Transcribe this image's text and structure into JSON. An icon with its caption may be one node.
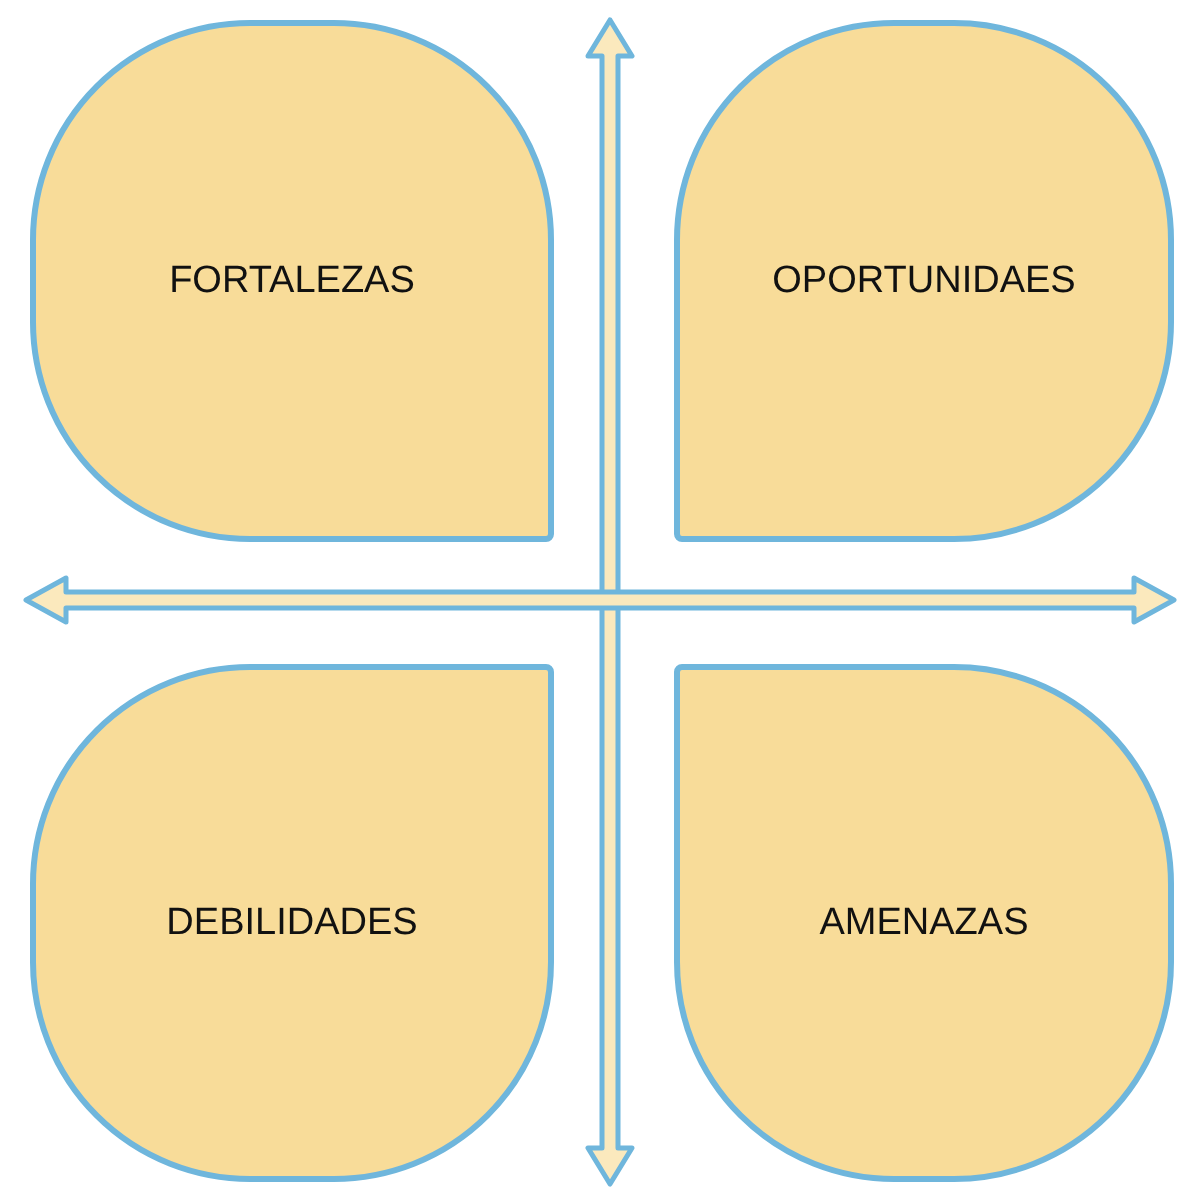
{
  "diagram": {
    "nodes": [
      {
        "text": [
          "FORTALEZAS"
        ]
      },
      {
        "text": [
          "OPORTUNIDAES"
        ]
      },
      {
        "text": [
          "DEBILIDADES"
        ]
      },
      {
        "text": [
          "AMENAZAS"
        ]
      }
    ]
  }
}
